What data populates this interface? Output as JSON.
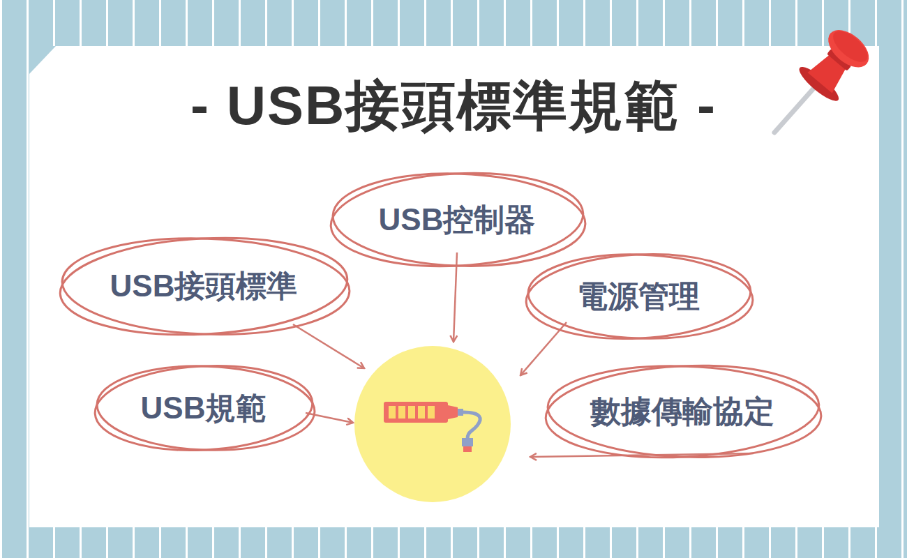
{
  "diagram": {
    "title": "- USB接頭標準規範 -",
    "nodes": [
      {
        "text": [
          "USB控制器"
        ]
      },
      {
        "text": [
          "USB接頭標準"
        ]
      },
      {
        "text": [
          "電源管理"
        ]
      },
      {
        "text": [
          "USB規範"
        ]
      },
      {
        "text": [
          "數據傳輸協定"
        ]
      }
    ]
  }
}
